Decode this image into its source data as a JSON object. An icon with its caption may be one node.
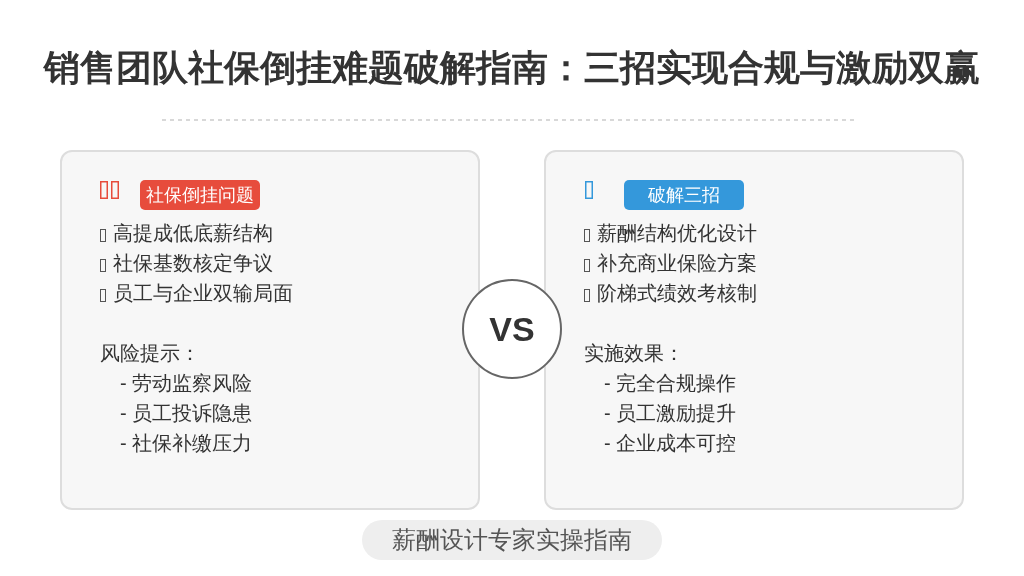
{
  "diagram": {
    "title": "销售团队社保倒挂难题破解指南：三招实现合规与激励双赢",
    "nodes": [
      {
        "text": [
          "高提成低底薪结构",
          "社保基数核定争议",
          "员工与企业双输局面",
          "风险提示：",
          "- 劳动监察风险",
          "- 员工投诉隐患",
          "- 社保补缴压力"
        ]
      },
      {
        "text": [
          "社保倒挂问题"
        ],
        "in": 0
      },
      {
        "text": [
          "VS"
        ]
      },
      {
        "text": [
          "薪酬结构优化设计",
          "补充商业保险方案",
          "阶梯式绩效考核制",
          "实施效果：",
          "- 完全合规操作",
          "- 员工激励提升",
          "- 企业成本可控"
        ]
      },
      {
        "text": [
          "破解三招"
        ],
        "in": 3
      },
      {
        "text": [
          "薪酬设计专家实操指南"
        ]
      }
    ]
  }
}
